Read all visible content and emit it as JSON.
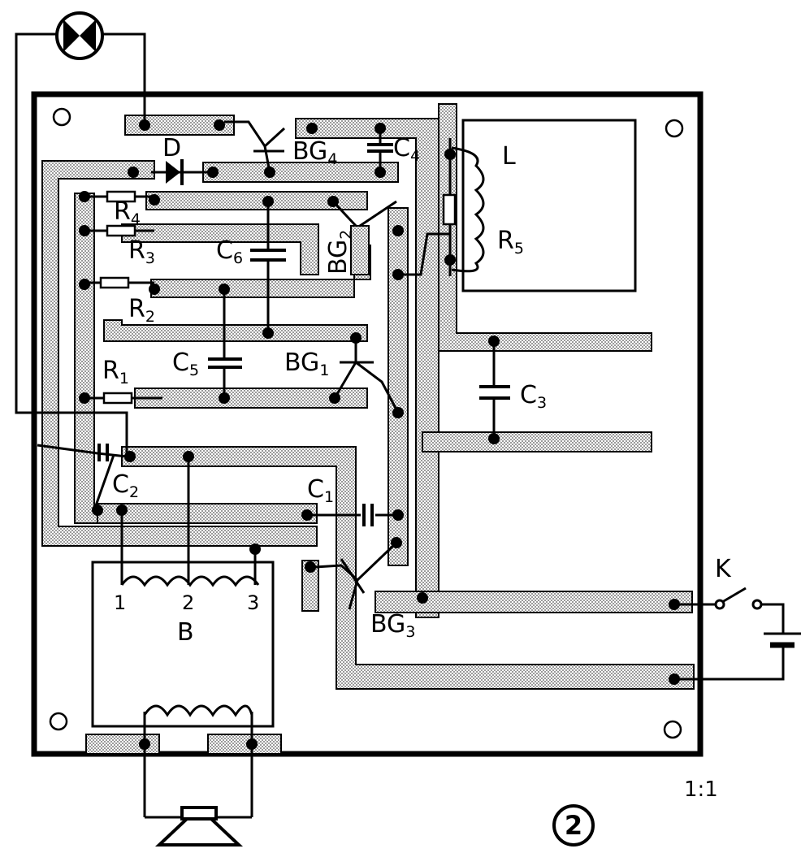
{
  "colors": {
    "ink": "#000000",
    "trace": "#b4b4b4",
    "paper": "#ffffff"
  },
  "icons": [
    "lamp-icon",
    "speaker-icon",
    "switch-icon",
    "battery-icon",
    "diode-icon"
  ],
  "components": {
    "D": {
      "main": "D",
      "sub": ""
    },
    "L": {
      "main": "L",
      "sub": ""
    },
    "K": {
      "main": "K",
      "sub": ""
    },
    "B": {
      "main": "B",
      "sub": ""
    },
    "BG4": {
      "main": "BG",
      "sub": "4"
    },
    "BG2": {
      "main": "BG",
      "sub": "2"
    },
    "BG1": {
      "main": "BG",
      "sub": "1"
    },
    "BG3": {
      "main": "BG",
      "sub": "3"
    },
    "C4": {
      "main": "C",
      "sub": "4"
    },
    "C6": {
      "main": "C",
      "sub": "6"
    },
    "C5": {
      "main": "C",
      "sub": "5"
    },
    "C3": {
      "main": "C",
      "sub": "3"
    },
    "C2": {
      "main": "C",
      "sub": "2"
    },
    "C1": {
      "main": "C",
      "sub": "1"
    },
    "R4": {
      "main": "R",
      "sub": "4"
    },
    "R3": {
      "main": "R",
      "sub": "3"
    },
    "R2": {
      "main": "R",
      "sub": "2"
    },
    "R1": {
      "main": "R",
      "sub": "1"
    },
    "R5": {
      "main": "R",
      "sub": "5"
    }
  },
  "transformer_pins": [
    "1",
    "2",
    "3"
  ],
  "scale": "1:1",
  "figure_number": "2"
}
